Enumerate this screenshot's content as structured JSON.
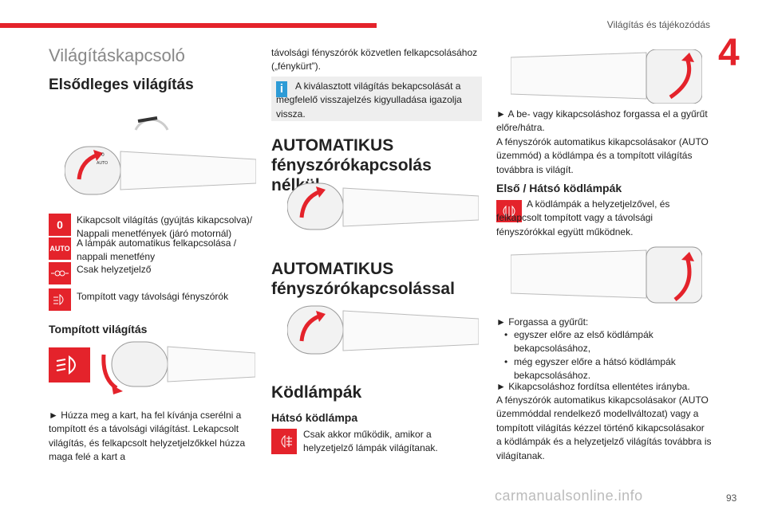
{
  "header": {
    "section_title": "Világítás és tájékozódás",
    "chapter": "4",
    "page": "93"
  },
  "watermark": "carmanualsonline.info",
  "left": {
    "main_title": "Világításkapcsoló",
    "primary_heading": "Elsődleges világítás",
    "legend": [
      {
        "icon": "0",
        "text": "Kikapcsolt világítás (gyújtás kikapcsolva)/ Nappali menetfények (járó motornál)"
      },
      {
        "icon": "AUTO",
        "text": "A lámpák automatikus felkapcsolása / nappali menetfény"
      },
      {
        "icon": "side-lights-icon",
        "text": "Csak helyzetjelző"
      },
      {
        "icon": "headlamp-icon",
        "text": "Tompított vagy távolsági fényszórók"
      }
    ],
    "dipped_heading": "Tompított világítás",
    "dipped_text": "► Húzza meg a kart, ha fel kívánja cserélni a tompított és a távolsági világítást. Lekapcsolt világítás, és felkapcsolt helyzetjelzőkkel húzza maga felé a kart a"
  },
  "middle": {
    "cont_text": "távolsági fényszórók közvetlen felkapcsolásához („fénykürt”).",
    "info_text": "A kiválasztott világítás bekapcsolását a megfelelő visszajelzés kigyulladása igazolja vissza.",
    "auto_off_heading": "AUTOMATIKUS fényszórókapcsolás nélkül",
    "auto_on_heading": "AUTOMATIKUS fényszórókapcsolással",
    "fog_heading": "Ködlámpák",
    "rear_fog_heading": "Hátsó ködlámpa",
    "rear_fog_text": "Csak akkor működik, amikor a helyzetjelző lámpák világítanak."
  },
  "right": {
    "ring_text": "► A be- vagy kikapcsoláshoz forgassa el a gyűrűt előre/hátra.",
    "auto_text": "A fényszórók automatikus kikapcsolásakor (AUTO üzemmód) a ködlámpa és a tompított világítás továbbra is világít.",
    "front_rear_heading": "Első / Hátsó ködlámpák",
    "front_rear_text": "A ködlámpák a helyzetjelzővel, és felkapcsolt tompított vagy a távolsági fényszórókkal együtt működnek.",
    "turn_text": "► Forgassa a gyűrűt:",
    "bullet1": "egyszer előre az első ködlámpák bekapcsolásához,",
    "bullet2": "még egyszer előre a hátsó ködlámpák bekapcsolásához.",
    "off_text": "► Kikapcsoláshoz fordítsa ellentétes irányba.",
    "final_text": "A fényszórók automatikus kikapcsolásakor (AUTO üzemmóddal rendelkező modellváltozat) vagy a tompított világítás kézzel történő kikapcsolásakor a ködlámpák és a helyzetjelző világítás továbbra is világítanak."
  },
  "colors": {
    "accent": "#e4232b",
    "info": "#2d9bd6"
  }
}
